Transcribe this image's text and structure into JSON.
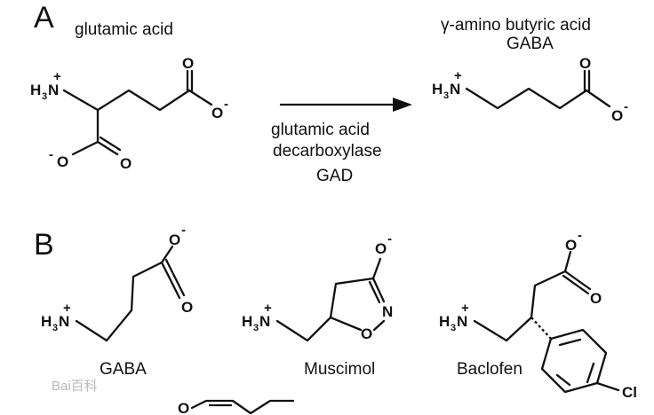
{
  "panels": {
    "a": "A",
    "b": "B"
  },
  "panel_a": {
    "reactant_name": "glutamic acid",
    "product_name": "γ-amino butyric acid",
    "product_abbrev": "GABA",
    "enzyme_line1": "glutamic acid",
    "enzyme_line2": "decarboxylase",
    "enzyme_abbrev": "GAD"
  },
  "panel_b": {
    "gaba": "GABA",
    "muscimol": "Muscimol",
    "baclofen": "Baclofen"
  },
  "atoms": {
    "h": "H",
    "n": "N",
    "sub3": "3",
    "plus": "+",
    "o": "O",
    "minus": "-",
    "cl": "Cl"
  },
  "watermark": "Bai百科"
}
